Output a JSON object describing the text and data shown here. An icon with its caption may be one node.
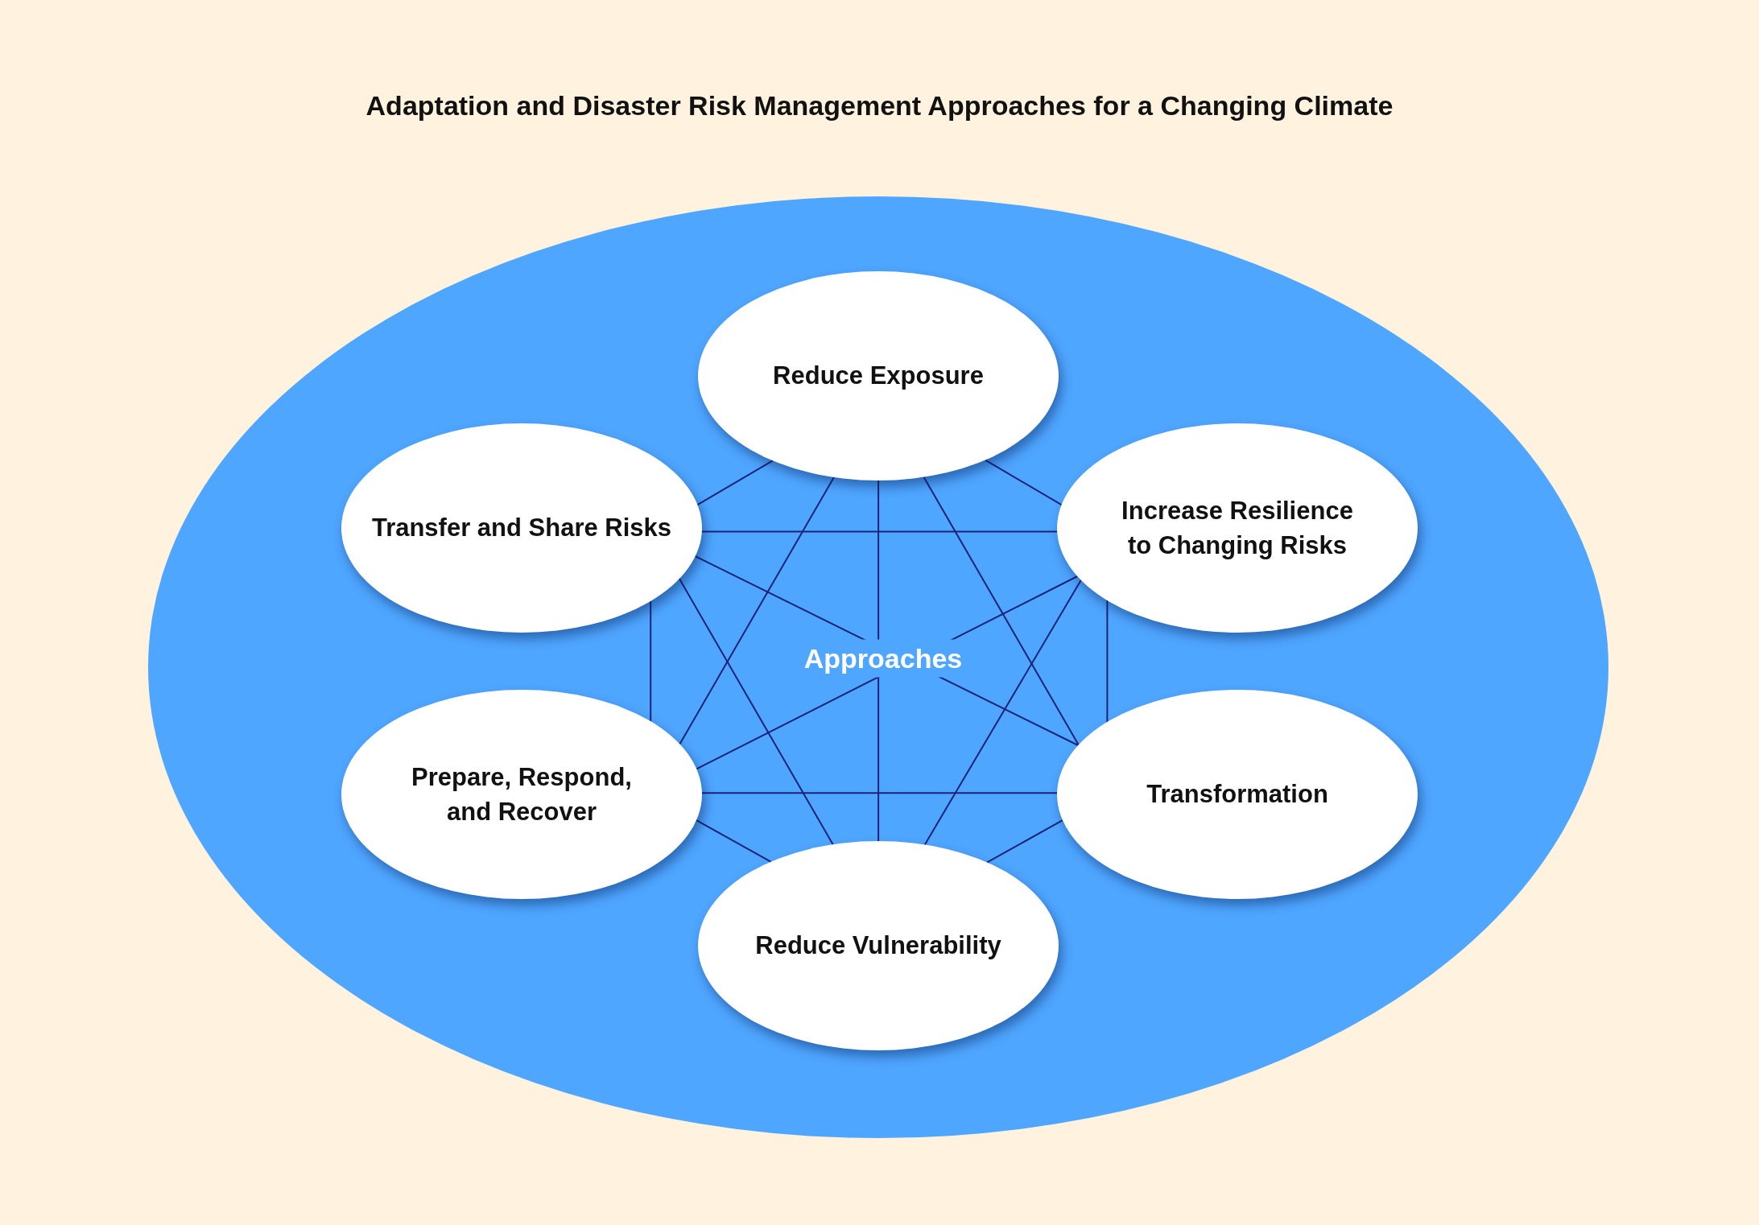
{
  "diagram": {
    "title": "Adaptation and Disaster Risk Management Approaches for a Changing Climate",
    "nodes": [
      {
        "text": [
          "Approaches"
        ]
      },
      {
        "text": [
          "Reduce Exposure"
        ],
        "in": 0
      },
      {
        "text": [
          "Transfer and Share Risks"
        ],
        "in": 0
      },
      {
        "text": [
          "Increase Resilience to Changing Risks"
        ],
        "in": 0
      },
      {
        "text": [
          "Prepare, Respond, and Recover"
        ],
        "in": 0
      },
      {
        "text": [
          "Transformation"
        ],
        "in": 0
      },
      {
        "text": [
          "Reduce Vulnerability"
        ],
        "in": 0
      }
    ],
    "edges": [
      {
        "from": 1,
        "to": 2,
        "arrow": "none"
      },
      {
        "from": 1,
        "to": 3,
        "arrow": "none"
      },
      {
        "from": 1,
        "to": 4,
        "arrow": "none"
      },
      {
        "from": 1,
        "to": 5,
        "arrow": "none"
      },
      {
        "from": 1,
        "to": 6,
        "arrow": "none"
      },
      {
        "from": 2,
        "to": 3,
        "arrow": "none"
      },
      {
        "from": 2,
        "to": 4,
        "arrow": "none"
      },
      {
        "from": 2,
        "to": 5,
        "arrow": "none"
      },
      {
        "from": 2,
        "to": 6,
        "arrow": "none"
      },
      {
        "from": 3,
        "to": 4,
        "arrow": "none"
      },
      {
        "from": 3,
        "to": 5,
        "arrow": "none"
      },
      {
        "from": 3,
        "to": 6,
        "arrow": "none"
      },
      {
        "from": 4,
        "to": 5,
        "arrow": "none"
      },
      {
        "from": 4,
        "to": 6,
        "arrow": "none"
      },
      {
        "from": 5,
        "to": 6,
        "arrow": "none"
      }
    ]
  }
}
